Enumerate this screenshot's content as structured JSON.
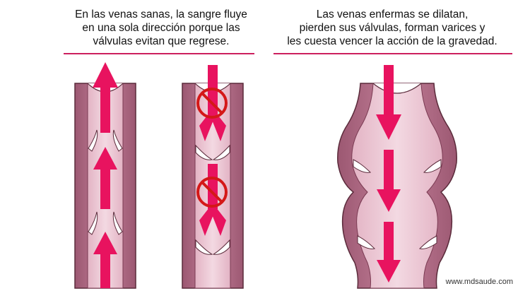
{
  "caption_left": [
    "En las venas sanas, la sangre fluye",
    "en una sola dirección porque las",
    "válvulas evitan que regrese."
  ],
  "caption_right": [
    "Las venas enfermas se dilatan,",
    "pierden sus válvulas, forman varices y",
    "les cuesta vencer la acción de la gravedad."
  ],
  "watermark": "www.mdsaude.com",
  "colors": {
    "rule": "#cc1f5e",
    "vein_wall": "#b06a84",
    "vein_wall_dark": "#5a2a3a",
    "vein_lumen": "#ecc7d3",
    "vein_lumen_center": "#f2d6df",
    "arrow": "#e8135f",
    "valve": "#ffffff",
    "prohibition": "#d41818"
  },
  "icons": [
    "upward-flow-arrow",
    "downward-flow-arrow",
    "valve-flap",
    "prohibition-sign"
  ]
}
